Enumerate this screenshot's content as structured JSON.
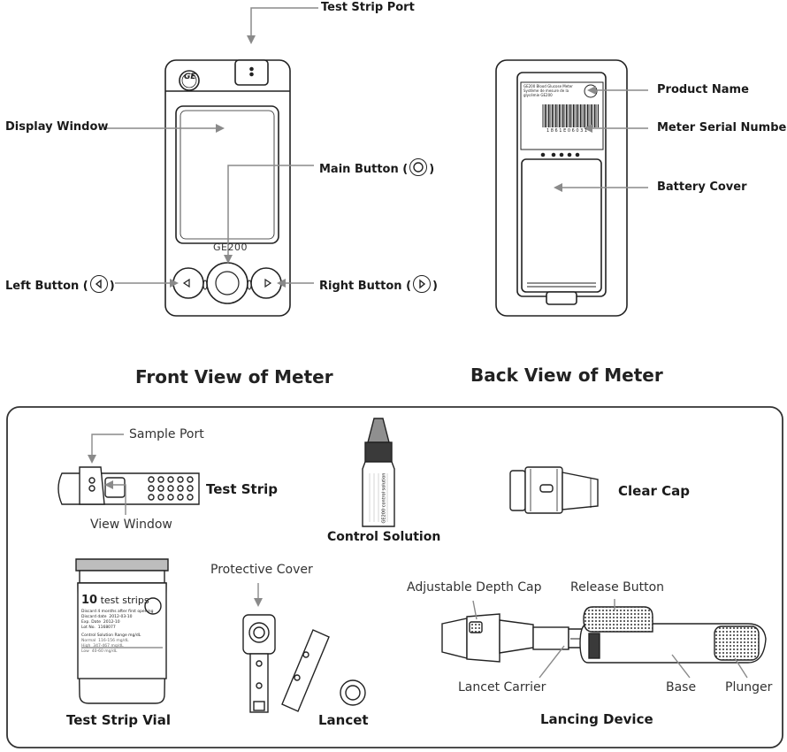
{
  "front": {
    "title": "Front View of Meter",
    "brand_mark": "GE",
    "model": "GE200",
    "labels": {
      "test_strip_port": "Test Strip Port",
      "display_window": "Display Window",
      "main_button": "Main Button (",
      "main_button_close": ")",
      "left_button": "Left Button (",
      "left_button_close": ")",
      "right_button": "Right Button (",
      "right_button_close": ")"
    }
  },
  "back": {
    "title": "Back View of Meter",
    "labels": {
      "product_name": "Product Name",
      "serial_number": "Meter Serial Number",
      "battery_cover": "Battery Cover"
    },
    "sticker": {
      "line1": "GE200 Blood Glucose Meter",
      "line2": "Système de mesure de la",
      "line3": "glycémie GE200",
      "serial": "1 8 6 1 E 0 6 0 3 1"
    }
  },
  "kit": {
    "test_strip": {
      "name": "Test Strip",
      "sample_port": "Sample Port",
      "view_window": "View Window"
    },
    "control_solution": {
      "name": "Control Solution",
      "bottle_text": "GE200 control solution"
    },
    "clear_cap": {
      "name": "Clear Cap"
    },
    "vial": {
      "name": "Test Strip Vial",
      "count_number": "10",
      "count_text": "test strips",
      "discard": "Discard 4 months after first opening",
      "discard_date_label": "Discard date",
      "discard_date": "2012-03-10",
      "exp_label": "Exp. Date",
      "exp_date": "2012-10",
      "lot_label": "Lot No.",
      "lot_no": "1168077",
      "range_label": "Control Solution Range    mg/dL",
      "normal_label": "Normal",
      "normal_range": "116-156 mg/dL",
      "high_label": "High",
      "high_range": "347-467 mg/dL",
      "low_label": "Low",
      "low_range": "40-60 mg/dL"
    },
    "lancet": {
      "name": "Lancet",
      "protective_cover": "Protective Cover"
    },
    "lancing_device": {
      "name": "Lancing Device",
      "depth_cap": "Adjustable Depth Cap",
      "release_button": "Release Button",
      "lancet_carrier": "Lancet Carrier",
      "base": "Base",
      "plunger": "Plunger"
    }
  },
  "colors": {
    "line": "#222222",
    "arrow": "#8a8a8a",
    "fill_dark": "#3a3a3a",
    "fill_grey": "#bdbdbd"
  }
}
